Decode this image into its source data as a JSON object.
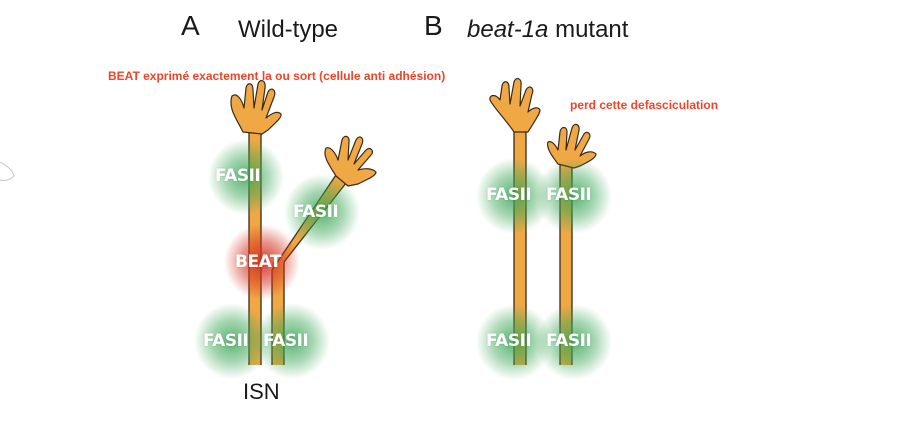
{
  "panel_a": {
    "letter": "A",
    "title": "Wild-type",
    "annotation": "BEAT exprimé exactement la ou sort (cellule anti adhésion)",
    "bottom_label": "ISN",
    "labels": {
      "fasii_top": "FASII",
      "fasii_branch": "FASII",
      "beat": "BEAT",
      "fasii_bottom_left": "FASII",
      "fasii_bottom_right": "FASII"
    }
  },
  "panel_b": {
    "letter": "B",
    "title_italic": "beat-1a",
    "title_rest": " mutant",
    "annotation": "perd cette defasciculation",
    "labels": {
      "fasii_mid_left": "FASII",
      "fasii_mid_right": "FASII",
      "fasii_bottom_left": "FASII",
      "fasii_bottom_right": "FASII"
    }
  },
  "colors": {
    "axon_fill": "#f0a845",
    "axon_stroke": "#3a2a1a",
    "fasii_glow": "#3aa655",
    "beat_glow": "#d4301e",
    "annotation": "#e8472b"
  }
}
